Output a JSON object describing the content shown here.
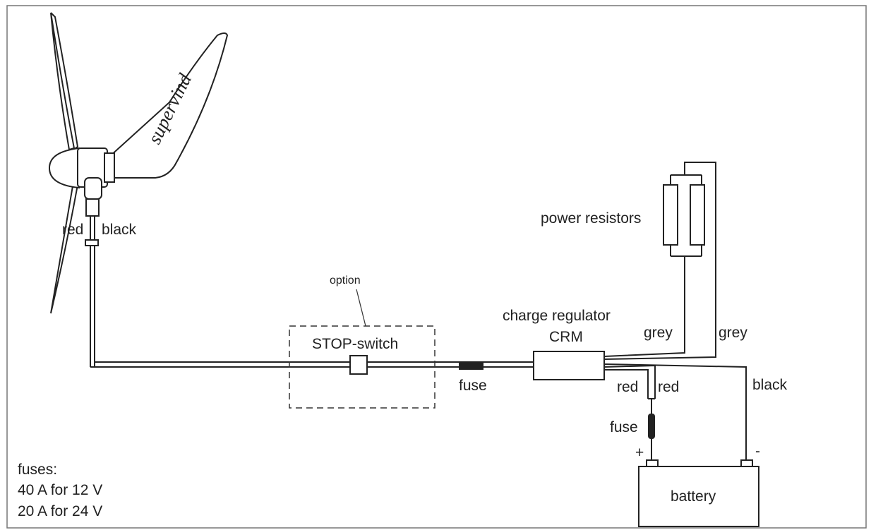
{
  "brand": "supervind",
  "labels": {
    "turbine_red": "red",
    "turbine_black": "black",
    "option": "option",
    "stop_switch": "STOP-switch",
    "fuse_main": "fuse",
    "regulator_line1": "charge regulator",
    "regulator_line2": "CRM",
    "power_resistors": "power resistors",
    "grey_1": "grey",
    "grey_2": "grey",
    "red_1": "red",
    "red_2": "red",
    "black": "black",
    "fuse_battery": "fuse",
    "plus": "+",
    "minus": "-",
    "battery": "battery"
  },
  "fuses_note": {
    "title": "fuses:",
    "line1": "40 A for 12 V",
    "line2": "20 A for 24 V"
  }
}
